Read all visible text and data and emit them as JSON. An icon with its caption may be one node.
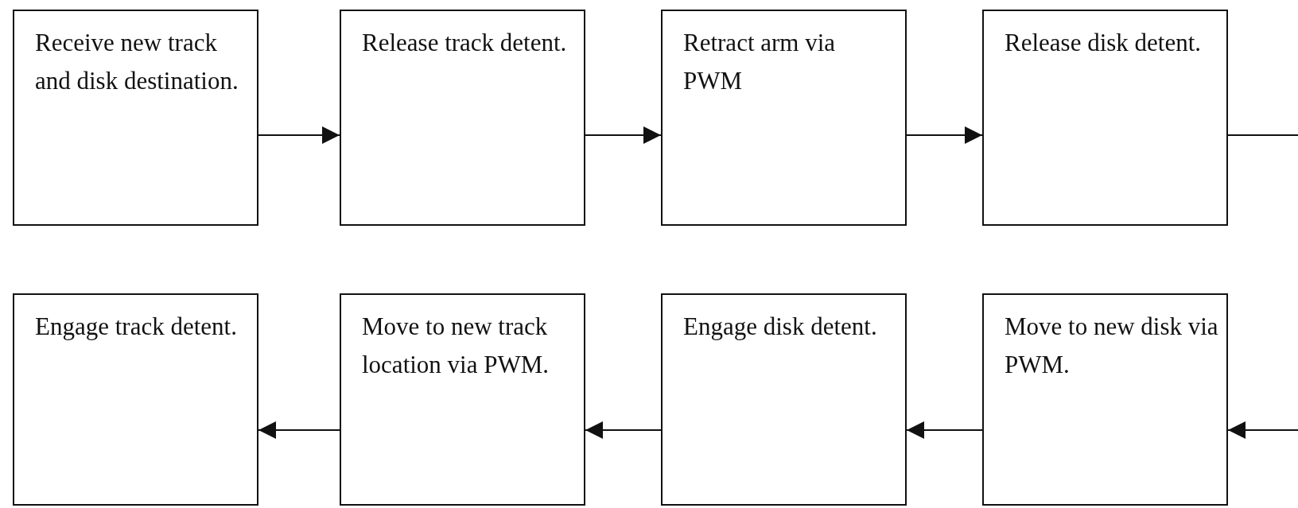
{
  "diagram": {
    "nodes": [
      {
        "text": [
          "Receive new track and disk destination."
        ]
      },
      {
        "text": [
          "Release track detent."
        ]
      },
      {
        "text": [
          "Retract arm via PWM"
        ]
      },
      {
        "text": [
          "Release disk detent."
        ]
      },
      {
        "text": [
          "Engage track detent."
        ]
      },
      {
        "text": [
          "Move to new track location via PWM."
        ]
      },
      {
        "text": [
          "Engage disk detent."
        ]
      },
      {
        "text": [
          "Move to new disk via PWM."
        ]
      }
    ],
    "edges": [
      {
        "from": 0,
        "to": 1,
        "arrow": "to"
      },
      {
        "from": 1,
        "to": 2,
        "arrow": "to"
      },
      {
        "from": 2,
        "to": 3,
        "arrow": "to"
      },
      {
        "from": 3,
        "to": null,
        "arrow": "none"
      },
      {
        "from": null,
        "to": 7,
        "arrow": "to"
      },
      {
        "from": 7,
        "to": 6,
        "arrow": "to"
      },
      {
        "from": 6,
        "to": 5,
        "arrow": "to"
      },
      {
        "from": 5,
        "to": 4,
        "arrow": "to"
      }
    ]
  }
}
